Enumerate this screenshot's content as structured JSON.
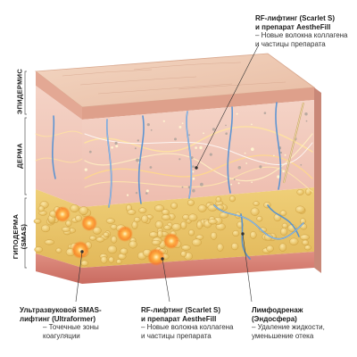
{
  "layers": {
    "epidermis": "ЭПИДЕРМИС",
    "dermis": "ДЕРМА",
    "hypodermis_line1": "ГИПОДЕРМА",
    "hypodermis_line2": "(SMAS)"
  },
  "callouts": {
    "rf_top": {
      "title_line1": "RF-лифтинг (Scarlet S)",
      "title_line2": "и препарат AestheFill",
      "desc_line1": "– Новые волокна коллагена",
      "desc_line2": "и частицы препарата"
    },
    "ultrasound": {
      "title_line1": "Ультразвуковой SMAS-",
      "title_line2": "лифтинг (Ultraformer)",
      "desc_line1": "– Точечные зоны",
      "desc_line2": "коагуляции"
    },
    "rf_bottom": {
      "title_line1": "RF-лифтинг (Scarlet S)",
      "title_line2": "и препарат AestheFill",
      "desc_line1": "– Новые волокна коллагена",
      "desc_line2": "и частицы препарата"
    },
    "lymph": {
      "title_line1": "Лимфодренаж",
      "title_line2": "(Эндосфера)",
      "desc_line1": "– Удаление жидкости,",
      "desc_line2": "уменьшение отека"
    }
  },
  "colors": {
    "epidermis": "#e9b7a0",
    "epidermis_top": "#f0cbb4",
    "dermis": "#f1c9bd",
    "fat": "#e9c56a",
    "fat_cell": "#f2d98c",
    "muscle": "#d98378",
    "vessel": "#4f8fd4",
    "glow": "#ffd27a",
    "coag": "#ff7a1a"
  },
  "icons": [
    "rf-probe-icon"
  ]
}
